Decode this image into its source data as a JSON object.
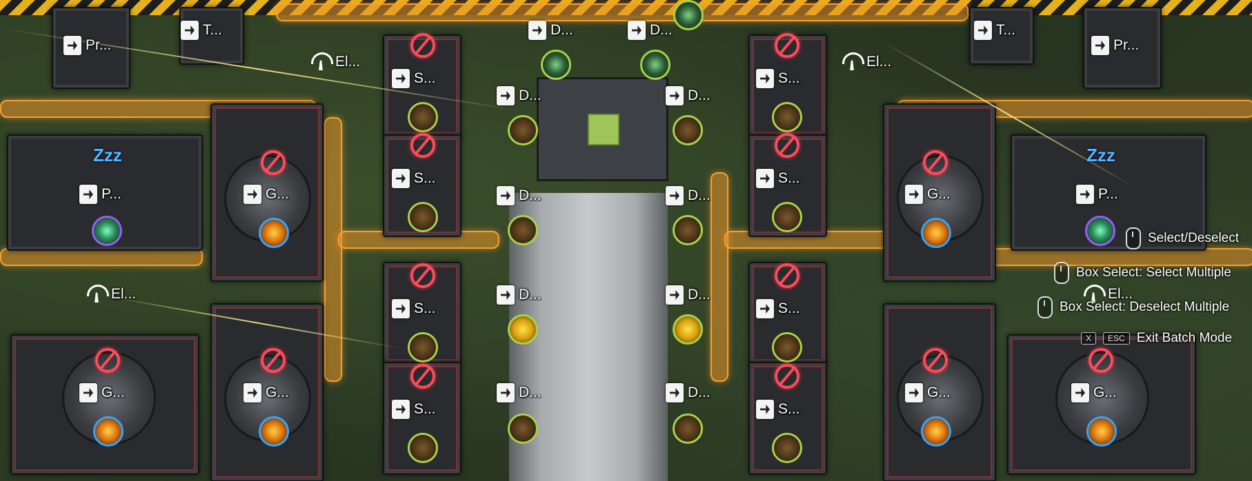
{
  "buildings": {
    "protocol_left": "Pr...",
    "protocol_right": "Pr...",
    "tower_left": "T...",
    "tower_right": "T...",
    "electric_tl": "El...",
    "electric_tr": "El...",
    "electric_bl": "El...",
    "electric_br": "El...",
    "planter_left": "P...",
    "planter_right": "P...",
    "grinder": "G...",
    "seed": "S...",
    "depot": "D..."
  },
  "status": {
    "sleep_glyph": "Zzz"
  },
  "hints": {
    "select": "Select/Deselect",
    "box_select": "Box Select: Select Multiple",
    "box_deselect": "Box Select: Deselect Multiple",
    "exit": "Exit Batch Mode",
    "key_x": "X",
    "key_esc": "ESC"
  },
  "colors": {
    "pipe": "#f6a033",
    "ban": "#ff4a5a",
    "ring_green": "#a8d24a",
    "ring_blue": "#35a6ff",
    "ring_purple": "#9a5cff"
  }
}
